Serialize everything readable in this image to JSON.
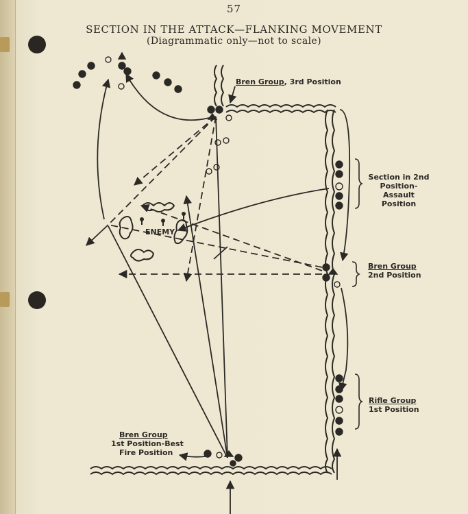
{
  "page_number": "57",
  "title": "SECTION IN THE ATTACK—FLANKING MOVEMENT",
  "subtitle": "(Diagrammatic only—not to scale)",
  "labels": {
    "bren3_underlined": "Bren Group",
    "bren3_rest": ", 3rd Position",
    "section2_line1": "Section in 2nd",
    "section2_line2": "Position-Assault",
    "section2_line3": "Position",
    "enemy": "ENEMY",
    "bren2_line1": "Bren Group",
    "bren2_line2": "2nd Position",
    "rifle1_line1": "Rifle Group",
    "rifle1_line2": "1st Position",
    "bren1_line1": "Bren Group",
    "bren1_line2": "1st Position-Best",
    "bren1_line3": "Fire Position"
  },
  "colors": {
    "ink": "#2b2925",
    "paper": "#efe9d4"
  }
}
